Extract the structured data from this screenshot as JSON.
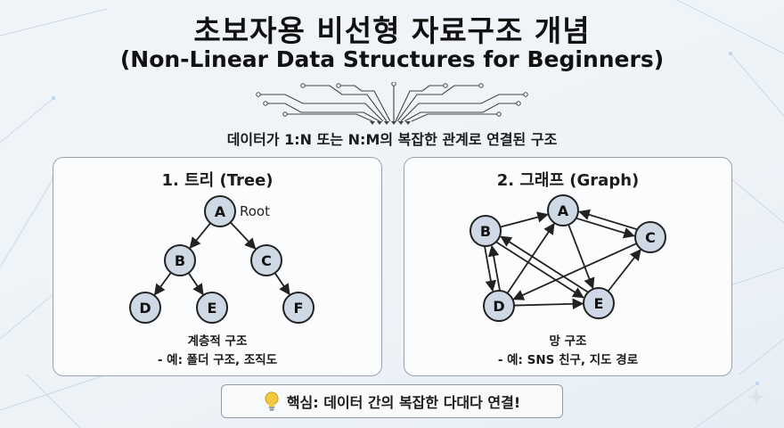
{
  "header": {
    "title_ko": "초보자용 비선형 자료구조 개념",
    "title_en": "(Non-Linear Data Structures for Beginners)",
    "subtitle": "데이터가 1:N 또는 N:M의 복잡한 관계로 연결된 구조"
  },
  "tree_panel": {
    "title": "1. 트리 (Tree)",
    "root_label": "Root",
    "nodes": [
      "A",
      "B",
      "C",
      "D",
      "E",
      "F"
    ],
    "edges": [
      [
        "A",
        "B"
      ],
      [
        "A",
        "C"
      ],
      [
        "B",
        "D"
      ],
      [
        "B",
        "E"
      ],
      [
        "C",
        "F"
      ]
    ],
    "caption_line1": "계층적 구조",
    "caption_line2": "- 예: 폴더 구조, 조직도"
  },
  "graph_panel": {
    "title": "2. 그래프 (Graph)",
    "nodes": [
      "A",
      "B",
      "C",
      "D",
      "E"
    ],
    "edges": [
      [
        "B",
        "A"
      ],
      [
        "A",
        "C"
      ],
      [
        "C",
        "A"
      ],
      [
        "A",
        "E"
      ],
      [
        "D",
        "A"
      ],
      [
        "B",
        "D"
      ],
      [
        "D",
        "B"
      ],
      [
        "E",
        "B"
      ],
      [
        "C",
        "D"
      ],
      [
        "D",
        "E"
      ],
      [
        "E",
        "C"
      ],
      [
        "B",
        "E"
      ]
    ],
    "caption_line1": "망 구조",
    "caption_line2": "- 예: SNS 친구, 지도 경로"
  },
  "key_point": {
    "icon": "lightbulb-icon",
    "text": "핵심: 데이터 간의 복잡한 다대다 연결!"
  },
  "colors": {
    "node_fill": "#cfd9e5",
    "node_stroke": "#222222",
    "panel_border": "#9aa3ad",
    "bulb": "#f5c842"
  }
}
